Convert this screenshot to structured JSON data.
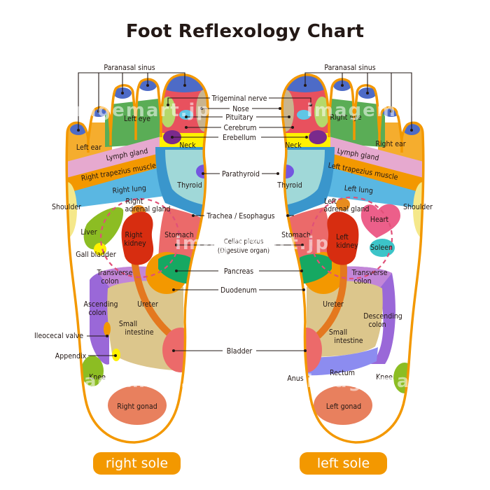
{
  "title": "Foot Reflexology Chart",
  "watermark": "imagemart.jp",
  "colors": {
    "outline": "#f39800",
    "toe_tip": "#4d6bc7",
    "head_red": "#e8515e",
    "nose_tan": "#c9b48e",
    "trigeminal_lime": "#b5d86b",
    "pituitary": "#5fc6e6",
    "erebellum": "#7a2a8c",
    "neck": "#fff100",
    "eye_green": "#5aad56",
    "ear_orange": "#f5ad2e",
    "lymph_pink": "#e6a9cf",
    "trapezius": "#f39800",
    "lung": "#5ab7e2",
    "shoulder": "#f5e88a",
    "thyroid": "#a0d8d8",
    "trachea": "#3a96cc",
    "parathyroid": "#7456e0",
    "liver": "#8cbd23",
    "gall_bladder": "#fff100",
    "kidney": "#d72d10",
    "adrenal": "#e88c1e",
    "stomach": "#eb6a6a",
    "pancreas": "#16a862",
    "duodenum": "#f39800",
    "colon_transverse": "#c286d8",
    "colon_side": "#9a68d8",
    "small_intestine": "#dcc68c",
    "ureter": "#e4781f",
    "bladder": "#ec6a6a",
    "rectum": "#8c8cf0",
    "anus": "#c8965a",
    "knee": "#8cbd23",
    "gonad": "#e8805e",
    "heart": "#ec5f8a",
    "spleen": "#3cc4c8",
    "celiac_dash": "#e05078",
    "button_bg": "#f39800",
    "button_text": "#ffffff",
    "text": "#231815"
  },
  "center_labels": {
    "trigeminal": "Trigeminal nerve",
    "nose": "Nose",
    "pituitary": "Pituitary",
    "cerebrum": "Cerebrum",
    "erebellum": "Erebellum",
    "parathyroid": "Parathyroid",
    "trachea": "Trachea / Esophagus",
    "celiac_1": "Celiac plexus",
    "celiac_2": "(Digestive organ)",
    "pancreas": "Pancreas",
    "duodenum": "Duodenum",
    "bladder": "Bladder"
  },
  "right_foot": {
    "sinus_label": "Paranasal sinus",
    "zones": {
      "left_eye": "Left eye",
      "left_ear": "Left ear",
      "neck": "Neck",
      "lymph": "Lymph gland",
      "trapezius": "Right trapezius muscle",
      "lung": "Right lung",
      "thyroid": "Thyroid",
      "adrenal_1": "Right",
      "adrenal_2": "adrenal gland",
      "liver": "Liver",
      "kidney_1": "Right",
      "kidney_2": "kidney",
      "stomach": "Stomach",
      "transverse_1": "Transverse",
      "transverse_2": "colon",
      "ascending_1": "Ascending",
      "ascending_2": "colon",
      "ureter": "Ureter",
      "small_1": "Small",
      "small_2": "intestine",
      "knee": "Knee",
      "gonad": "Right gonad"
    },
    "outside": {
      "shoulder": "Shoulder",
      "gall_bladder": "Gall bladder",
      "ileocecal": "Ileocecal valve",
      "appendix": "Appendix"
    },
    "button": "right sole"
  },
  "left_foot": {
    "sinus_label": "Paranasal sinus",
    "zones": {
      "right_eye": "Right eye",
      "right_ear": "Right ear",
      "neck": "Neck",
      "lymph": "Lymph gland",
      "trapezius": "Left trapezius muscle",
      "lung": "Left lung",
      "thyroid": "Thyroid",
      "adrenal_1": "Left",
      "adrenal_2": "adrenal gland",
      "heart": "Heart",
      "kidney_1": "Left",
      "kidney_2": "kidney",
      "spleen": "Soleen",
      "stomach": "Stomach",
      "transverse_1": "Transverse",
      "transverse_2": "colon",
      "descending_1": "Descending",
      "descending_2": "colon",
      "ureter": "Ureter",
      "small_1": "Small",
      "small_2": "intestine",
      "rectum": "Rectum",
      "knee": "Knee",
      "gonad": "Left gonad"
    },
    "outside": {
      "shoulder": "Shoulder",
      "anus": "Anus"
    },
    "button": "left sole"
  }
}
